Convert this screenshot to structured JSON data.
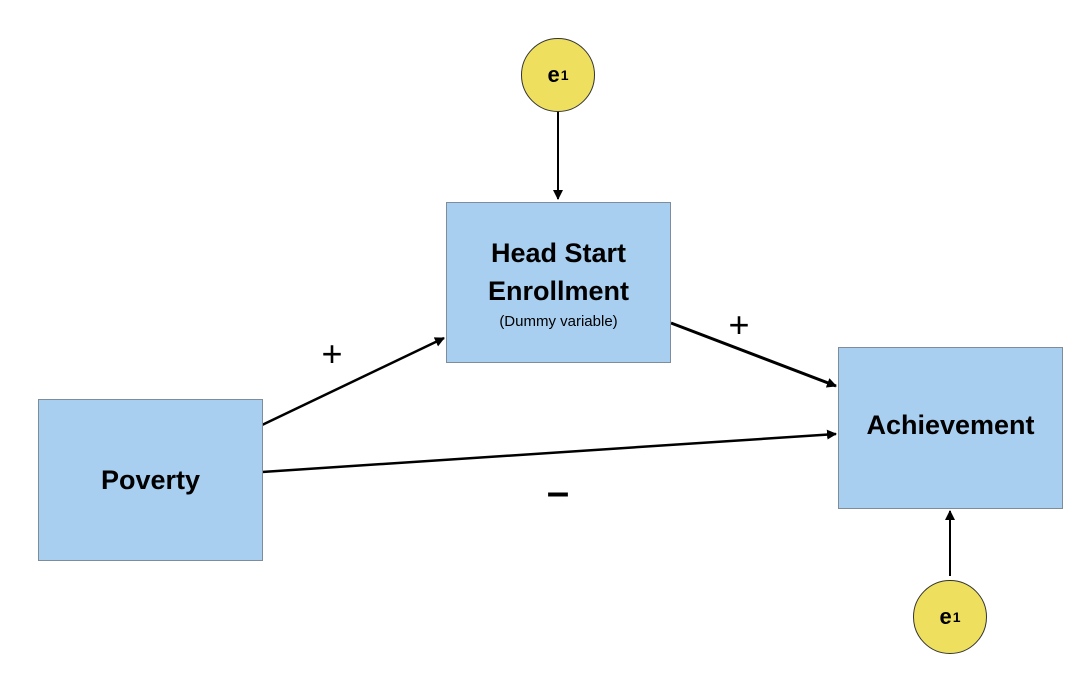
{
  "nodes": {
    "poverty": {
      "label": "Poverty"
    },
    "head_start": {
      "label_line1": "Head Start",
      "label_line2": "Enrollment",
      "sublabel": "(Dummy variable)"
    },
    "achievement": {
      "label": "Achievement"
    },
    "error_top": {
      "base": "e",
      "sub": "1"
    },
    "error_bottom": {
      "base": "e",
      "sub": "1"
    }
  },
  "edges": {
    "poverty_to_headstart": {
      "sign": "+"
    },
    "headstart_to_achievement": {
      "sign": "+"
    },
    "poverty_to_achievement": {
      "sign": "–"
    }
  },
  "colors": {
    "box_fill": "#a9cff0",
    "box_border": "#7f8c99",
    "error_fill": "#eee05e",
    "arrow": "#000000"
  }
}
